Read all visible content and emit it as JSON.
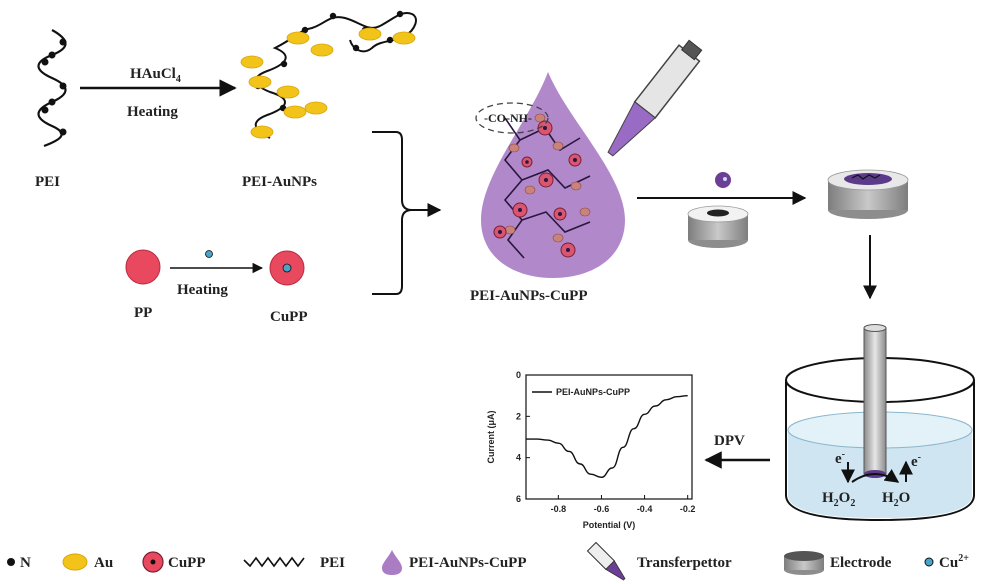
{
  "labels": {
    "pei": "PEI",
    "pei_aunps": "PEI-AuNPs",
    "reagent": "HAuCl",
    "reagent_sub": "4",
    "heating": "Heating",
    "heating2": "Heating",
    "pp": "PP",
    "cupp": "CuPP",
    "drop": "PEI-AuNPs-CuPP",
    "bond": "-CO-NH-",
    "dpv": "DPV",
    "electron": "e",
    "electron_sup": "-",
    "h2o2_h": "H",
    "h2o2_2a": "2",
    "h2o2_o": "O",
    "h2o2_2b": "2",
    "h2o_h": "H",
    "h2o_2": "2",
    "h2o_o": "O"
  },
  "legend": {
    "n": "N",
    "au": "Au",
    "cupp": "CuPP",
    "pei": "PEI",
    "pei_aunps_cupp": "PEI-AuNPs-CuPP",
    "transferpettor": "Transferpettor",
    "electrode": "Electrode",
    "cu": "Cu",
    "cu_sup": "2+"
  },
  "colors": {
    "gold": "#f2c419",
    "drop_purple": "#a97cc4",
    "pink": "#e8495f",
    "copper_blue": "#4aa3c8",
    "solution_blue": "#cfe6f2",
    "electrode_gray": "#9a9a9a"
  },
  "chart_data": {
    "type": "line",
    "series": [
      {
        "name": "PEI-AuNPs-CuPP",
        "x": [
          -0.95,
          -0.9,
          -0.85,
          -0.8,
          -0.75,
          -0.7,
          -0.65,
          -0.6,
          -0.55,
          -0.5,
          -0.45,
          -0.4,
          -0.35,
          -0.3,
          -0.25,
          -0.2
        ],
        "y": [
          3.1,
          3.1,
          3.15,
          3.3,
          3.7,
          4.3,
          4.8,
          4.95,
          4.5,
          3.5,
          2.6,
          1.9,
          1.5,
          1.2,
          1.05,
          1.0
        ]
      }
    ],
    "xlabel": "Potential (V)",
    "ylabel": "Current (μA)",
    "xlim": [
      -0.95,
      -0.18
    ],
    "ylim": [
      6,
      0
    ],
    "xticks": [
      "-0.8",
      "-0.6",
      "-0.4",
      "-0.2"
    ],
    "xtick_values": [
      -0.8,
      -0.6,
      -0.4,
      -0.2
    ],
    "yticks": [
      "0",
      "2",
      "4",
      "6"
    ],
    "ytick_values": [
      0,
      2,
      4,
      6
    ],
    "legend": "top-left"
  }
}
